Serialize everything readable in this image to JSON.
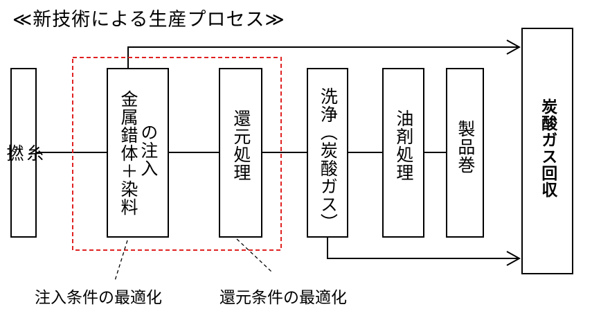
{
  "title": "≪新技術による生産プロセス≫",
  "steps": [
    {
      "lines": [
        "撚",
        "糸"
      ]
    },
    {
      "lines": [
        "金属錯体＋染料",
        "の注入"
      ]
    },
    {
      "lines": [
        "還元処理"
      ]
    },
    {
      "lines": [
        "洗浄（炭酸ガス）"
      ]
    },
    {
      "lines": [
        "油剤処理"
      ]
    },
    {
      "lines": [
        "製品巻"
      ]
    }
  ],
  "recovery": "炭酸ガス回収",
  "notes": {
    "injection": "注入条件の最適化",
    "reduction": "還元条件の最適化"
  },
  "colors": {
    "line": "#000000",
    "highlight": "#e02020"
  }
}
